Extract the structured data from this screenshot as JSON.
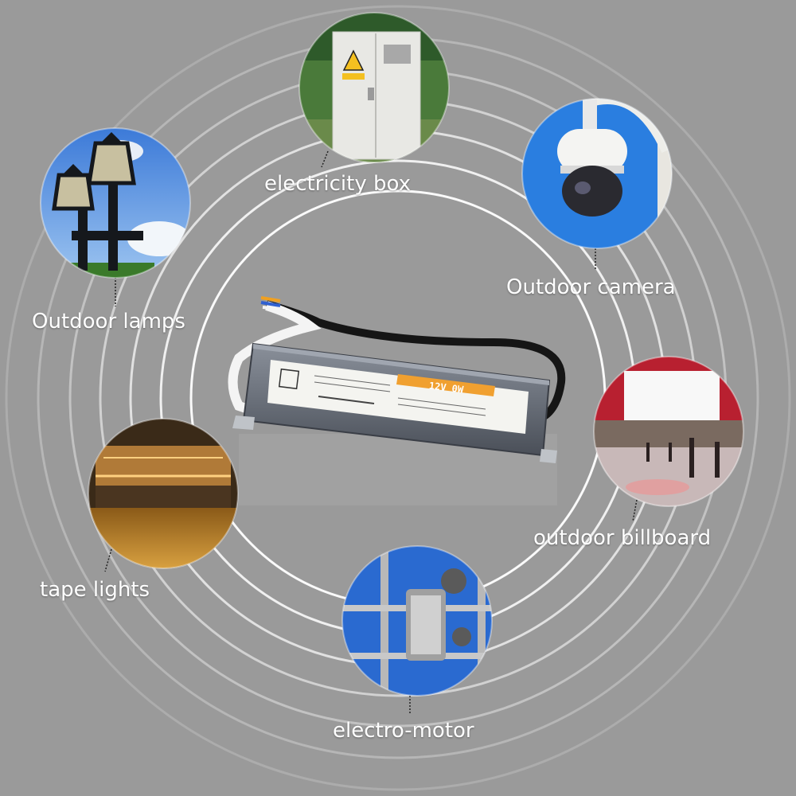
{
  "applications": [
    {
      "id": "electricity-box",
      "label": "electricity box"
    },
    {
      "id": "outdoor-camera",
      "label": "Outdoor camera"
    },
    {
      "id": "outdoor-lamps",
      "label": "Outdoor lamps"
    },
    {
      "id": "outdoor-billboard",
      "label": "outdoor billboard"
    },
    {
      "id": "tape-lights",
      "label": "tape lights"
    },
    {
      "id": "electro-motor",
      "label": "electro-motor"
    }
  ],
  "product": {
    "rating_label": "12V  0W",
    "label_color": "#f0a030",
    "casing_color": "#6e7480"
  }
}
